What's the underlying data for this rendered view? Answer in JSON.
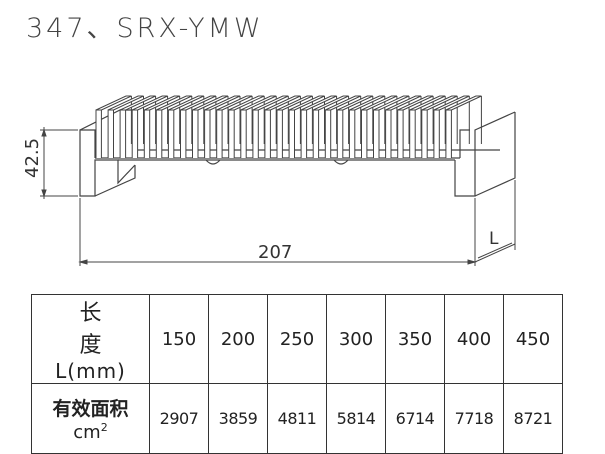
{
  "title": "347、SRX-YMW",
  "dimensions": {
    "height": "42.5",
    "width": "207",
    "length": "L"
  },
  "table": {
    "row1_header_top": "长  度",
    "row1_header_bottom": "L(mm)",
    "row2_header_top": "有效面积",
    "row2_header_bottom": "cm",
    "row2_header_sup": "2",
    "lengths": [
      "150",
      "200",
      "250",
      "300",
      "350",
      "400",
      "450"
    ],
    "areas": [
      "2907",
      "3859",
      "4811",
      "5814",
      "6714",
      "7718",
      "8721"
    ]
  }
}
